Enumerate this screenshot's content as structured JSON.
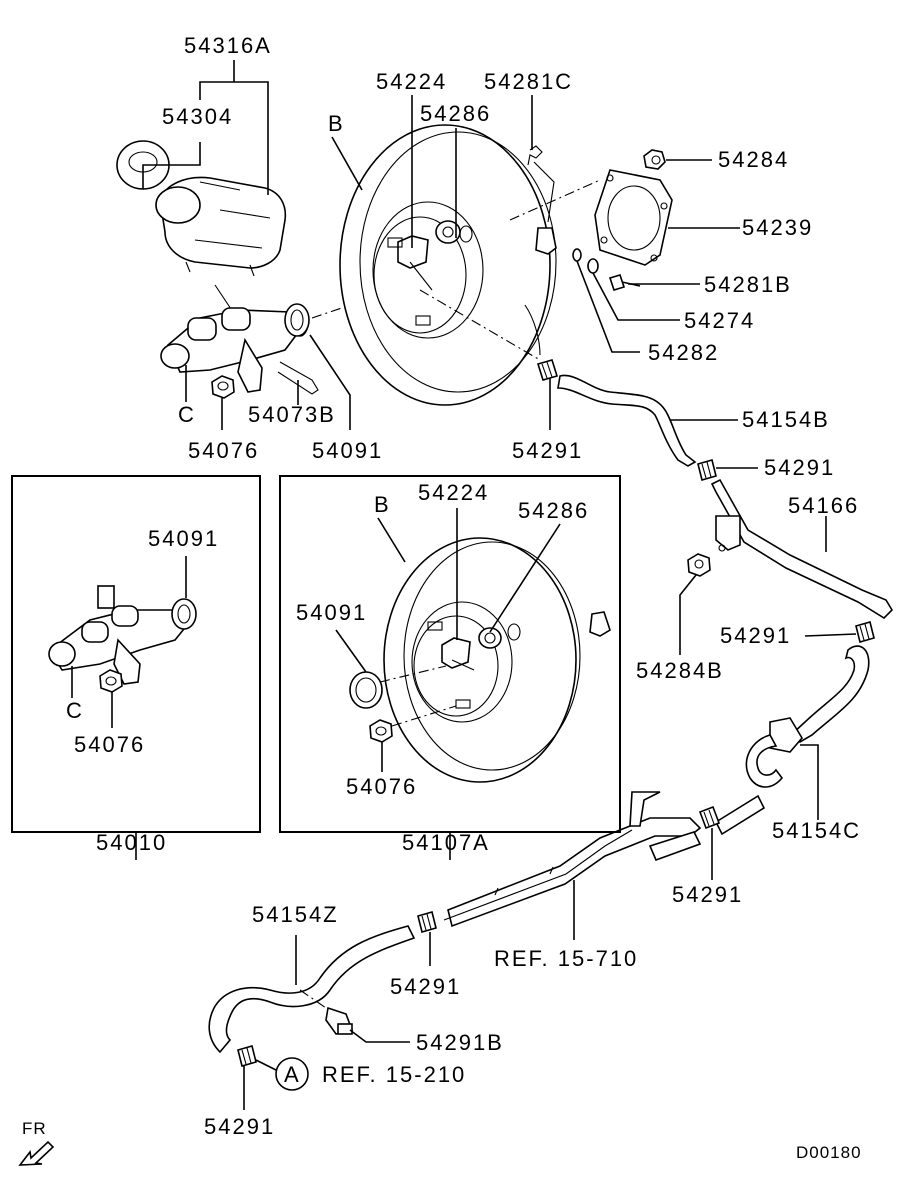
{
  "labels": {
    "p54316A": "54316A",
    "p54304": "54304",
    "b_top": "B",
    "p54224_top": "54224",
    "p54286_top": "54286",
    "p54281C": "54281C",
    "p54284": "54284",
    "p54239": "54239",
    "p54281B": "54281B",
    "p54274": "54274",
    "p54282": "54282",
    "p54154B": "54154B",
    "p54291_a": "54291",
    "c_top": "C",
    "p54073B": "54073B",
    "p54076_top": "54076",
    "p54091_top": "54091",
    "p54291_b": "54291",
    "p54166": "54166",
    "p54291_c": "54291",
    "p54284B": "54284B",
    "p54091_left": "54091",
    "c_left": "C",
    "p54076_left": "54076",
    "p54010": "54010",
    "b_mid": "B",
    "p54224_mid": "54224",
    "p54286_mid": "54286",
    "p54091_mid": "54091",
    "p54076_mid": "54076",
    "p54107A": "54107A",
    "p54154C": "54154C",
    "p54291_d": "54291",
    "ref15710": "REF. 15-710",
    "p54154Z": "54154Z",
    "p54291_e": "54291",
    "p54291B": "54291B",
    "circle_a": "A",
    "ref15210": "REF. 15-210",
    "p54291_f": "54291",
    "fr": "FR",
    "diagram_id": "D00180"
  }
}
